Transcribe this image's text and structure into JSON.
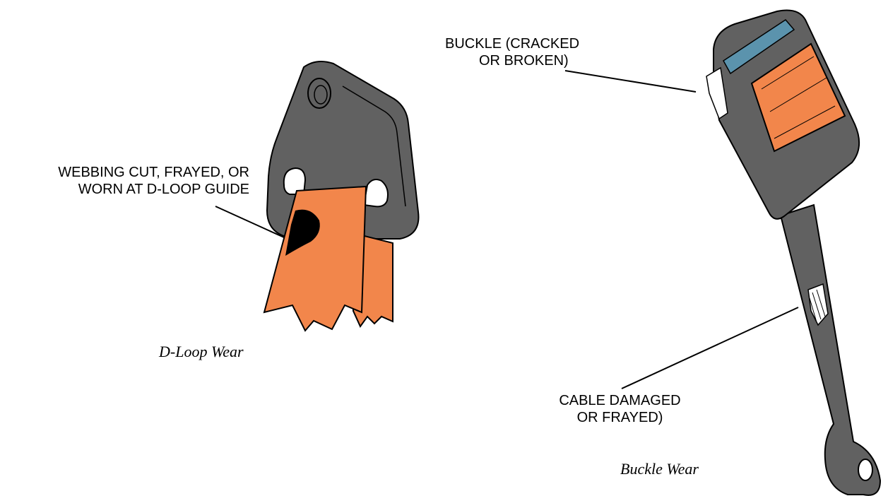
{
  "callouts": {
    "webbing": {
      "line1": "WEBBING CUT, FRAYED, OR",
      "line2": "WORN AT D-LOOP GUIDE"
    },
    "buckle": {
      "line1": "BUCKLE (CRACKED",
      "line2": "OR BROKEN)"
    },
    "cable": {
      "line1": "CABLE DAMAGED",
      "line2": "OR FRAYED)"
    }
  },
  "captions": {
    "dloop": "D-Loop Wear",
    "buckle": "Buckle Wear"
  },
  "colors": {
    "body_gray": "#616161",
    "webbing_orange": "#f2864b",
    "release_blue": "#5b93ad",
    "damage_black": "#000000"
  }
}
